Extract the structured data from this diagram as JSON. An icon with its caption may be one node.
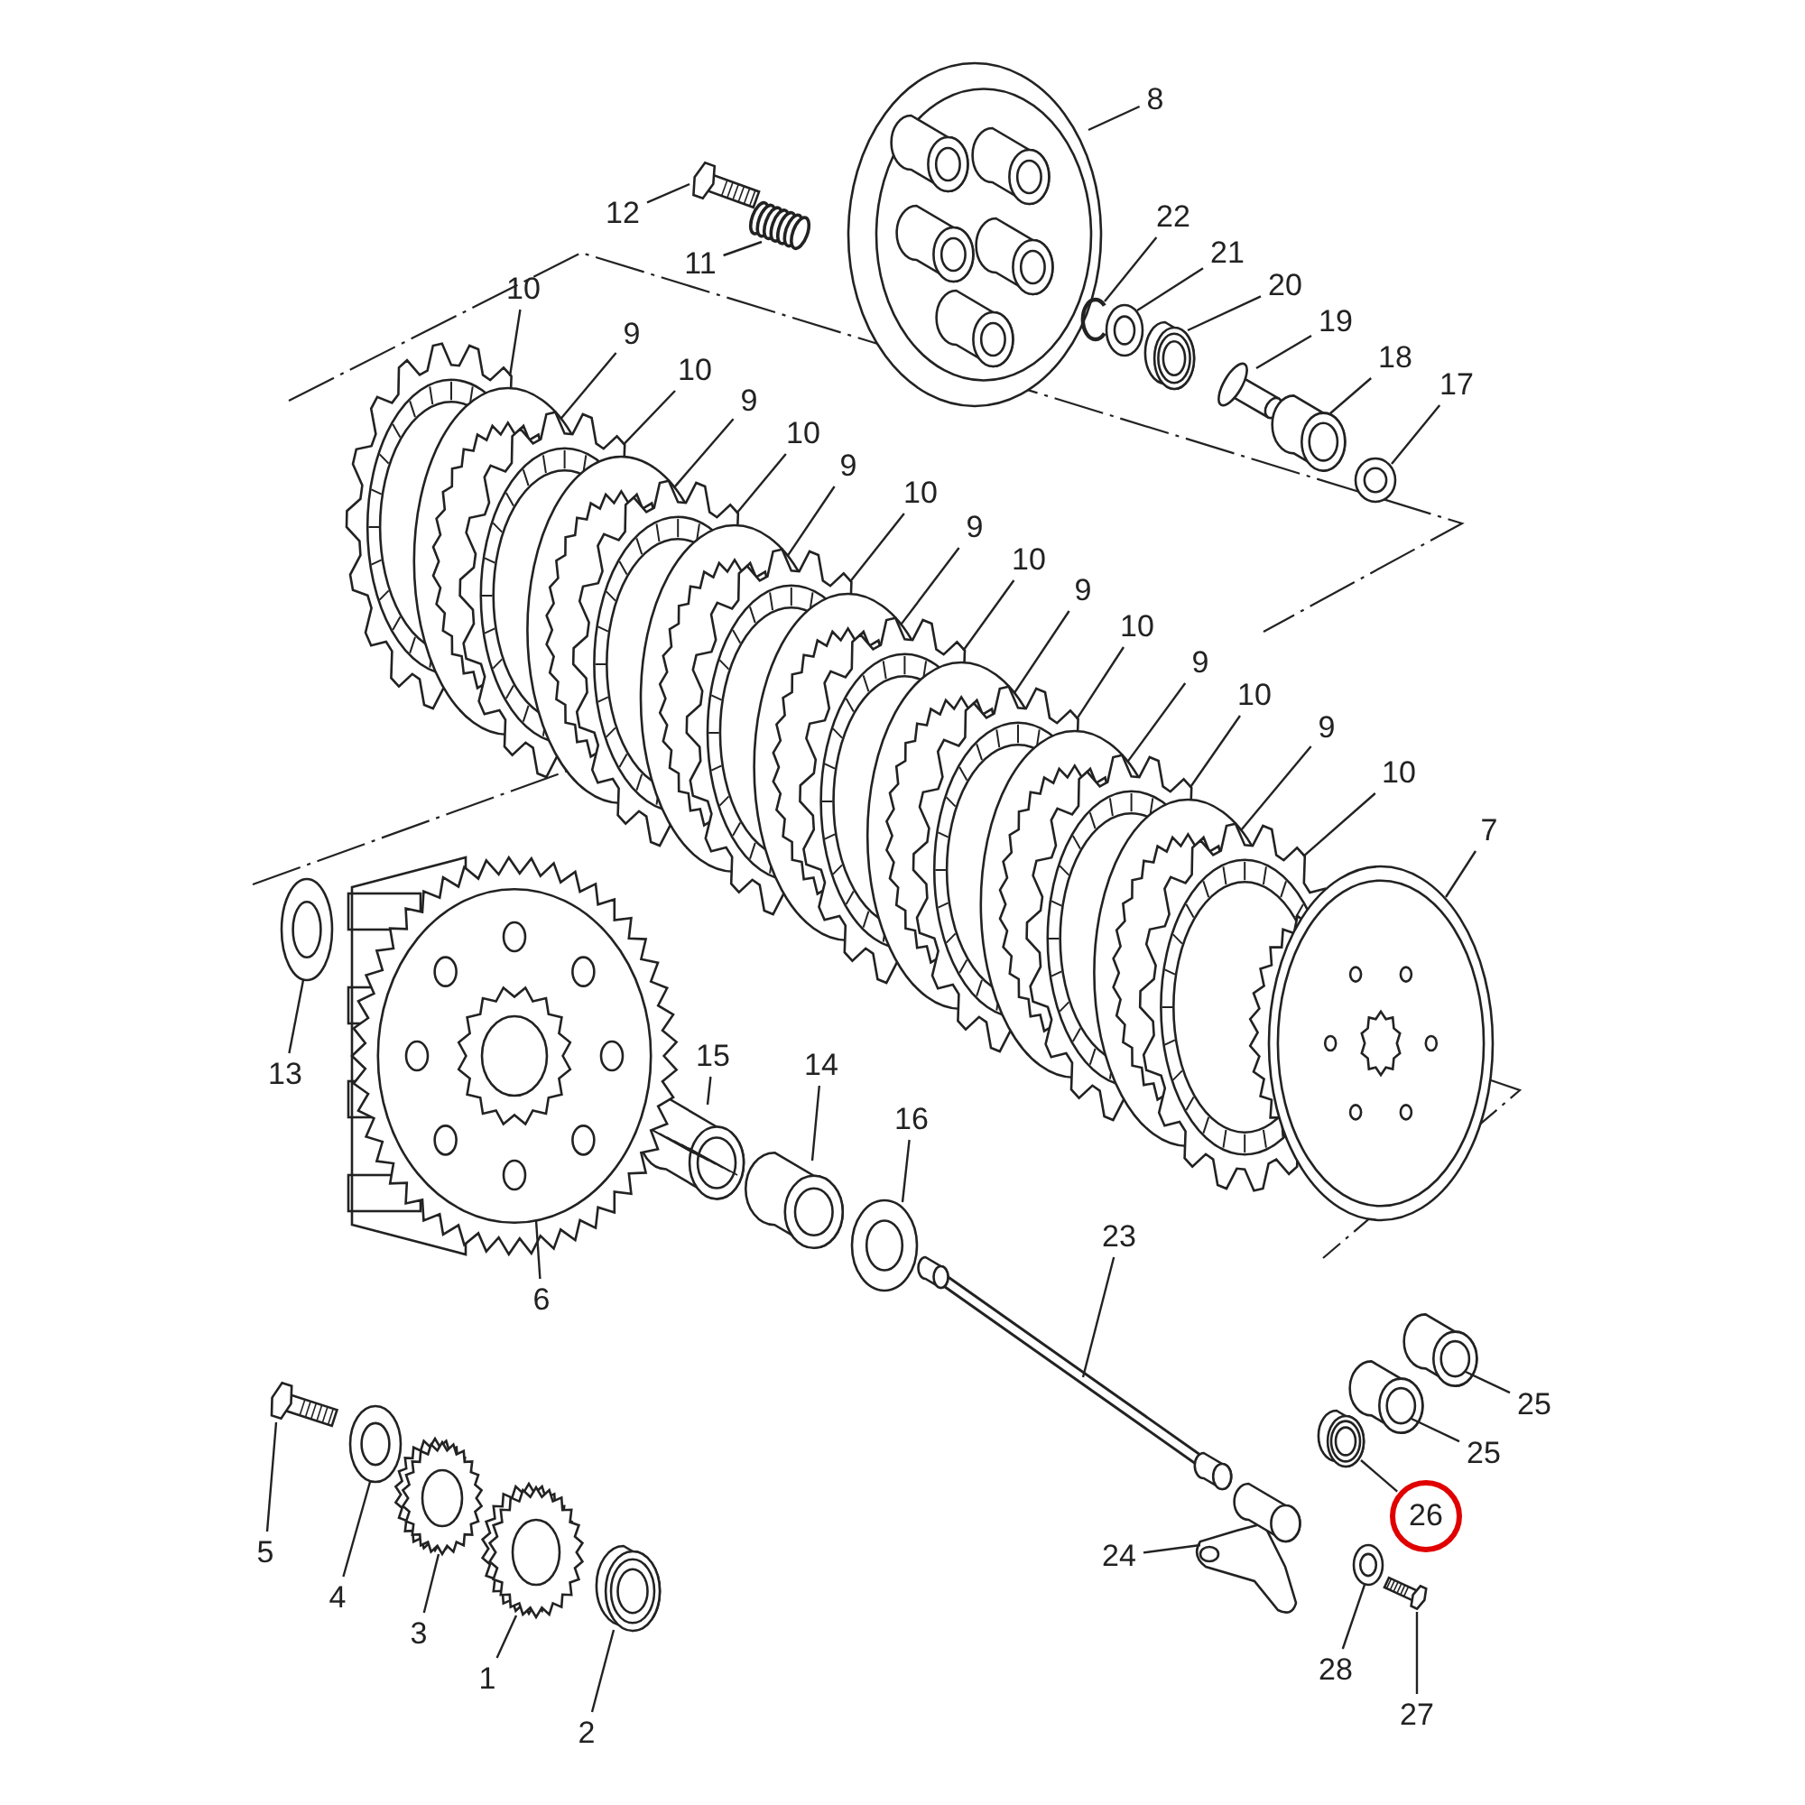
{
  "diagram": {
    "nodes": [
      {
        "text": [
          "8"
        ]
      },
      {
        "text": [],
        "shape": "picture"
      },
      {
        "text": [
          "12"
        ]
      },
      {
        "text": [],
        "shape": "picture"
      },
      {
        "text": [
          "11"
        ]
      },
      {
        "text": [],
        "shape": "picture"
      },
      {
        "text": [
          "22"
        ]
      },
      {
        "text": [],
        "shape": "picture"
      },
      {
        "text": [
          "21"
        ]
      },
      {
        "text": [],
        "shape": "picture"
      },
      {
        "text": [
          "20"
        ]
      },
      {
        "text": [],
        "shape": "picture"
      },
      {
        "text": [
          "19"
        ]
      },
      {
        "text": [],
        "shape": "picture"
      },
      {
        "text": [
          "18"
        ]
      },
      {
        "text": [],
        "shape": "picture"
      },
      {
        "text": [
          "17"
        ]
      },
      {
        "text": [],
        "shape": "picture"
      },
      {
        "text": [
          "10"
        ]
      },
      {
        "text": [
          "9"
        ]
      },
      {
        "text": [
          "10"
        ]
      },
      {
        "text": [
          "9"
        ]
      },
      {
        "text": [
          "10"
        ]
      },
      {
        "text": [
          "9"
        ]
      },
      {
        "text": [
          "10"
        ]
      },
      {
        "text": [
          "9"
        ]
      },
      {
        "text": [
          "10"
        ]
      },
      {
        "text": [
          "9"
        ]
      },
      {
        "text": [
          "10"
        ]
      },
      {
        "text": [
          "9"
        ]
      },
      {
        "text": [
          "10"
        ]
      },
      {
        "text": [
          "9"
        ]
      },
      {
        "text": [
          "10"
        ]
      },
      {
        "text": [
          "7"
        ]
      },
      {
        "text": [],
        "shape": "picture"
      },
      {
        "text": [
          "13"
        ]
      },
      {
        "text": [],
        "shape": "picture"
      },
      {
        "text": [
          "15"
        ]
      },
      {
        "text": [],
        "shape": "picture"
      },
      {
        "text": [
          "14"
        ]
      },
      {
        "text": [],
        "shape": "picture"
      },
      {
        "text": [
          "16"
        ]
      },
      {
        "text": [],
        "shape": "picture"
      },
      {
        "text": [
          "6"
        ]
      },
      {
        "text": [],
        "shape": "picture"
      },
      {
        "text": [
          "23"
        ]
      },
      {
        "text": [],
        "shape": "picture"
      },
      {
        "text": [
          "25"
        ]
      },
      {
        "text": [],
        "shape": "picture"
      },
      {
        "text": [
          "25"
        ]
      },
      {
        "text": [],
        "shape": "picture"
      },
      {
        "text": [
          "26"
        ]
      },
      {
        "text": [],
        "shape": "picture"
      },
      {
        "text": [
          "5"
        ]
      },
      {
        "text": [],
        "shape": "picture"
      },
      {
        "text": [
          "4"
        ]
      },
      {
        "text": [],
        "shape": "picture"
      },
      {
        "text": [
          "3"
        ]
      },
      {
        "text": [],
        "shape": "picture"
      },
      {
        "text": [
          "1"
        ]
      },
      {
        "text": [],
        "shape": "picture"
      },
      {
        "text": [
          "2"
        ]
      },
      {
        "text": [],
        "shape": "picture"
      },
      {
        "text": [
          "24"
        ]
      },
      {
        "text": [],
        "shape": "picture"
      },
      {
        "text": [
          "28"
        ]
      },
      {
        "text": [],
        "shape": "picture"
      },
      {
        "text": [
          "27"
        ]
      },
      {
        "text": [],
        "shape": "picture"
      }
    ],
    "edges": [
      {
        "from": 0,
        "to": 1,
        "arrow": "none"
      },
      {
        "from": 2,
        "to": 3,
        "arrow": "none"
      },
      {
        "from": 4,
        "to": 5,
        "arrow": "none"
      },
      {
        "from": 6,
        "to": 7,
        "arrow": "none"
      },
      {
        "from": 8,
        "to": 9,
        "arrow": "none"
      },
      {
        "from": 10,
        "to": 11,
        "arrow": "none"
      },
      {
        "from": 12,
        "to": 13,
        "arrow": "none"
      },
      {
        "from": 14,
        "to": 15,
        "arrow": "none"
      },
      {
        "from": 16,
        "to": 17,
        "arrow": "none"
      },
      {
        "from": 18,
        "to": null,
        "arrow": "none"
      },
      {
        "from": 19,
        "to": null,
        "arrow": "none"
      },
      {
        "from": 20,
        "to": null,
        "arrow": "none"
      },
      {
        "from": 21,
        "to": null,
        "arrow": "none"
      },
      {
        "from": 22,
        "to": null,
        "arrow": "none"
      },
      {
        "from": 23,
        "to": null,
        "arrow": "none"
      },
      {
        "from": 24,
        "to": null,
        "arrow": "none"
      },
      {
        "from": 25,
        "to": null,
        "arrow": "none"
      },
      {
        "from": 26,
        "to": null,
        "arrow": "none"
      },
      {
        "from": 27,
        "to": null,
        "arrow": "none"
      },
      {
        "from": 28,
        "to": null,
        "arrow": "none"
      },
      {
        "from": 29,
        "to": null,
        "arrow": "none"
      },
      {
        "from": 30,
        "to": null,
        "arrow": "none"
      },
      {
        "from": 31,
        "to": null,
        "arrow": "none"
      },
      {
        "from": 32,
        "to": null,
        "arrow": "none"
      },
      {
        "from": 33,
        "to": 34,
        "arrow": "none"
      },
      {
        "from": 35,
        "to": 36,
        "arrow": "none"
      },
      {
        "from": 37,
        "to": 38,
        "arrow": "none"
      },
      {
        "from": 39,
        "to": 40,
        "arrow": "none"
      },
      {
        "from": 41,
        "to": 42,
        "arrow": "none"
      },
      {
        "from": 43,
        "to": 44,
        "arrow": "none"
      },
      {
        "from": 45,
        "to": 46,
        "arrow": "none"
      },
      {
        "from": 47,
        "to": 48,
        "arrow": "none"
      },
      {
        "from": 49,
        "to": 50,
        "arrow": "none"
      },
      {
        "from": 51,
        "to": 52,
        "arrow": "none"
      },
      {
        "from": 53,
        "to": 54,
        "arrow": "none"
      },
      {
        "from": 55,
        "to": 56,
        "arrow": "none"
      },
      {
        "from": 57,
        "to": 58,
        "arrow": "none"
      },
      {
        "from": 59,
        "to": 60,
        "arrow": "none"
      },
      {
        "from": 61,
        "to": 62,
        "arrow": "none"
      },
      {
        "from": 63,
        "to": 64,
        "arrow": "none"
      },
      {
        "from": 65,
        "to": 66,
        "arrow": "none"
      },
      {
        "from": 67,
        "to": 68,
        "arrow": "none"
      }
    ]
  }
}
